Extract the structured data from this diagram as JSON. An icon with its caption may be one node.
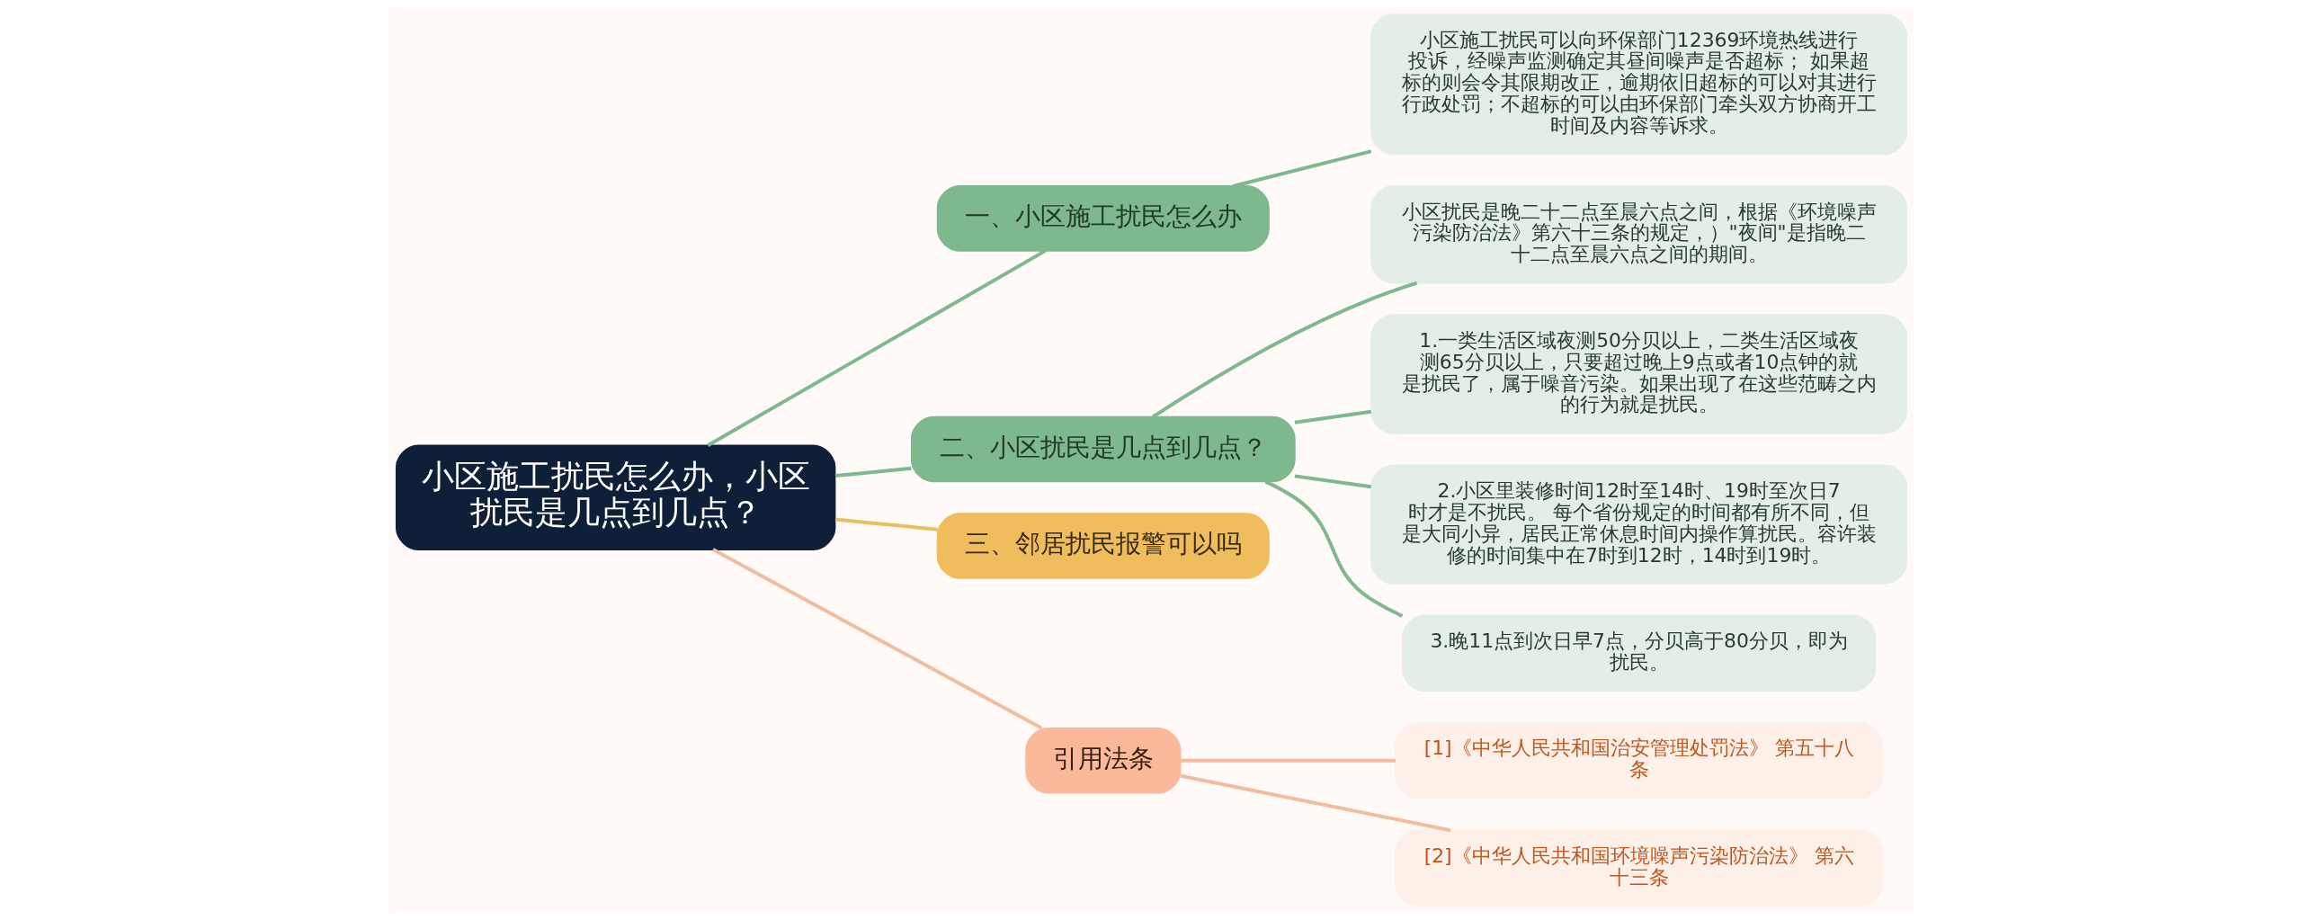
{
  "diagram": {
    "nodes": [
      {
        "text": [
          "小区施工扰民怎么办，小区扰民是几点到几点？"
        ]
      },
      {
        "text": [
          "一、小区施工扰民怎么办"
        ]
      },
      {
        "text": [
          "小区施工扰民可以向环保部门12369环境热线进行投诉，经噪声监测确定其昼间噪声是否超标； 如果超标的则会令其限期改正，逾期依旧超标的可以对其进行行政处罚；不超标的可以由环保部门牵头双方协商开工时间及内容等诉求。"
        ]
      },
      {
        "text": [
          "二、小区扰民是几点到几点？"
        ]
      },
      {
        "text": [
          "小区扰民是晚二十二点至晨六点之间，根据《环境噪声污染防治法》第六十三条的规定，）\"夜间\"是指晚二十二点至晨六点之间的期间。"
        ]
      },
      {
        "text": [
          "1.一类生活区域夜测50分贝以上，二类生活区域夜测65分贝以上，只要超过晚上9点或者10点钟的就是扰民了，属于噪音污染。如果出现了在这些范畴之内的行为就是扰民。"
        ]
      },
      {
        "text": [
          "2.小区里装修时间12时至14时、19时至次日7时才是不扰民。 每个省份规定的时间都有所不同，但是大同小异，居民正常休息时间内操作算扰民。容许装修的时间集中在7时到12时，14时到19时。"
        ]
      },
      {
        "text": [
          "3.晚11点到次日早7点，分贝高于80分贝，即为扰民。"
        ]
      },
      {
        "text": [
          "三、邻居扰民报警可以吗"
        ]
      },
      {
        "text": [
          "引用法条"
        ]
      },
      {
        "text": [
          "[1]《中华人民共和国治安管理处罚法》 第五十八条"
        ]
      },
      {
        "text": [
          "[2]《中华人民共和国环境噪声污染防治法》 第六十三条"
        ]
      }
    ],
    "edges": [
      {
        "from": 0,
        "to": 1,
        "arrow": "none"
      },
      {
        "from": 1,
        "to": 2,
        "arrow": "none"
      },
      {
        "from": 0,
        "to": 3,
        "arrow": "none"
      },
      {
        "from": 3,
        "to": 4,
        "arrow": "none"
      },
      {
        "from": 3,
        "to": 5,
        "arrow": "none"
      },
      {
        "from": 3,
        "to": 6,
        "arrow": "none"
      },
      {
        "from": 3,
        "to": 7,
        "arrow": "none"
      },
      {
        "from": 0,
        "to": 8,
        "arrow": "none",
        "color": "#e8bf62"
      },
      {
        "from": 0,
        "to": 9,
        "arrow": "none",
        "color": "#f2bc9f"
      },
      {
        "from": 9,
        "to": 10,
        "arrow": "none",
        "color": "#f2bc9f"
      },
      {
        "from": 9,
        "to": 11,
        "arrow": "none",
        "color": "#f2bc9f"
      }
    ]
  }
}
